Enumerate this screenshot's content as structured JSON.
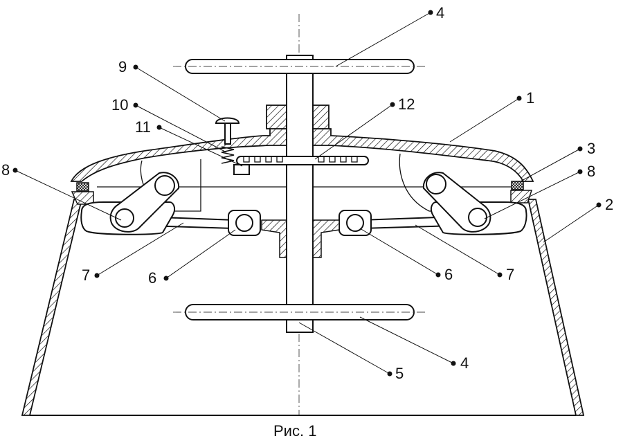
{
  "figure": {
    "caption": "Рис. 1"
  },
  "callouts": [
    {
      "id": "c4a",
      "text": "4"
    },
    {
      "id": "c9",
      "text": "9"
    },
    {
      "id": "c10",
      "text": "10"
    },
    {
      "id": "c12",
      "text": "12"
    },
    {
      "id": "c1",
      "text": "1"
    },
    {
      "id": "c11",
      "text": "11"
    },
    {
      "id": "c3",
      "text": "3"
    },
    {
      "id": "c8l",
      "text": "8"
    },
    {
      "id": "c8r",
      "text": "8"
    },
    {
      "id": "c2",
      "text": "2"
    },
    {
      "id": "c7l",
      "text": "7"
    },
    {
      "id": "c6l",
      "text": "6"
    },
    {
      "id": "c6r",
      "text": "6"
    },
    {
      "id": "c7r",
      "text": "7"
    },
    {
      "id": "c5",
      "text": "5"
    },
    {
      "id": "c4b",
      "text": "4"
    }
  ]
}
